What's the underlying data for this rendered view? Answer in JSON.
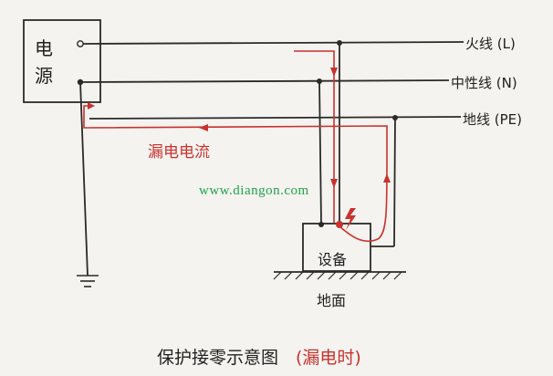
{
  "source_label": {
    "char1": "电",
    "char2": "源"
  },
  "lines": {
    "live": "火线 (L)",
    "neutral": "中性线 (N)",
    "earth": "地线 (PE)"
  },
  "leakage_label": "漏电电流",
  "watermark": "www.diangon.com",
  "device_label": "设备",
  "ground_label": "地面",
  "caption": {
    "main": "保护接零示意图",
    "paren": "(漏电时)"
  },
  "colors": {
    "wire": "#2a2a2a",
    "leak": "#c8322f",
    "watermark": "#1fa34a",
    "paper": "#f4f3ef"
  },
  "icons": {
    "fault": "lightning-icon",
    "ground": "ground-symbol-icon"
  }
}
